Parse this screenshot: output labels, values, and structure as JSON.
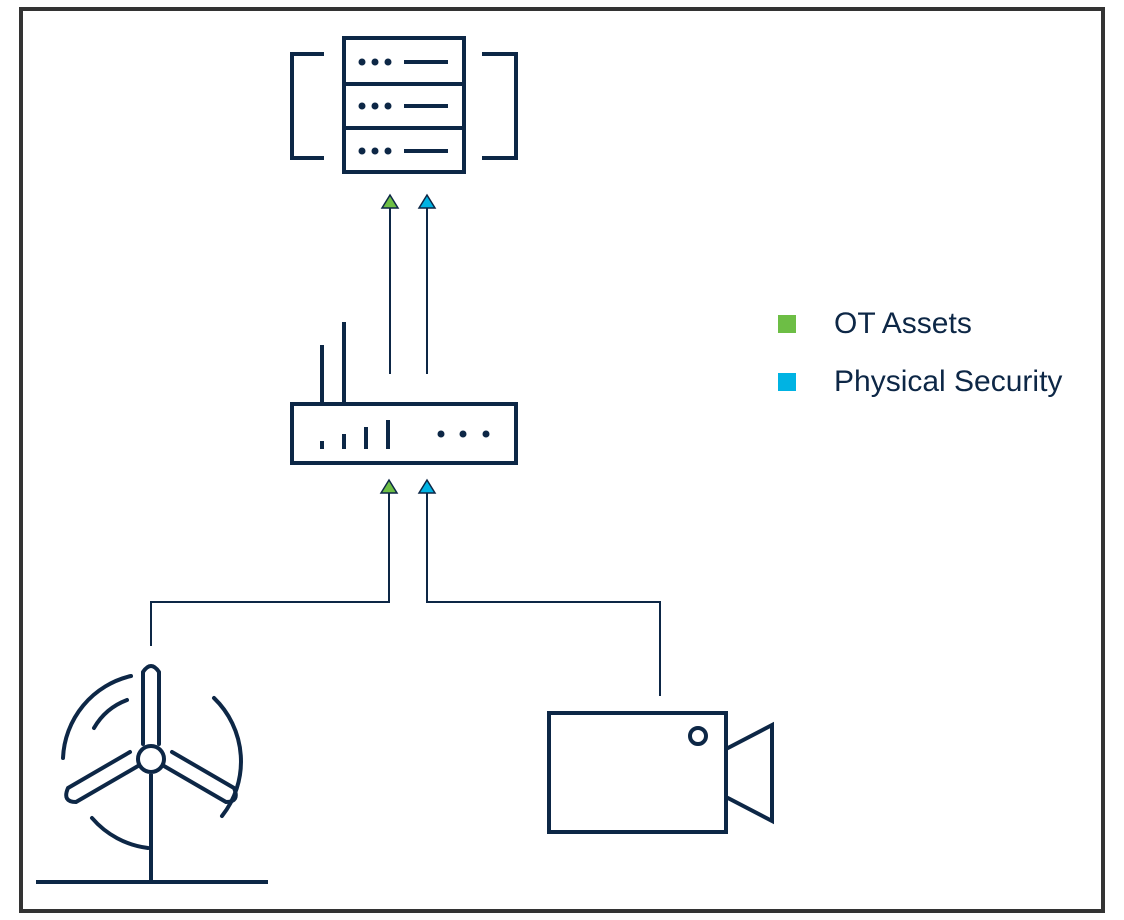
{
  "colors": {
    "stroke": "#0d2746",
    "ot_assets": "#6dbe45",
    "physical_security": "#00b3e3",
    "background": "#ffffff"
  },
  "legend": {
    "items": [
      {
        "label": "OT Assets",
        "color": "#6dbe45"
      },
      {
        "label": "Physical Security",
        "color": "#00b3e3"
      }
    ]
  },
  "nodes": {
    "server_rack": {
      "icon": "server-rack-icon",
      "units": 3
    },
    "router": {
      "icon": "router-icon"
    },
    "wind_turbine": {
      "icon": "wind-turbine-icon"
    },
    "camera": {
      "icon": "video-camera-icon"
    }
  },
  "flows": [
    {
      "from": "router",
      "to": "server_rack",
      "streams": [
        "OT Assets",
        "Physical Security"
      ]
    },
    {
      "from": "wind_turbine",
      "to": "router",
      "stream": "OT Assets"
    },
    {
      "from": "camera",
      "to": "router",
      "stream": "Physical Security"
    }
  ]
}
